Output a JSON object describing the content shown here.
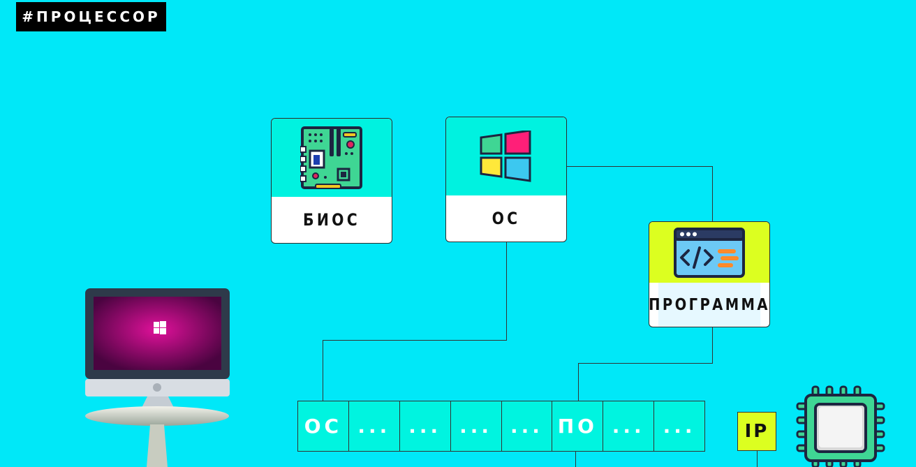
{
  "tag": "#ПРОЦЕССОР",
  "cards": {
    "bios": {
      "label": "БИОС",
      "icon": "motherboard-icon"
    },
    "os": {
      "label": "ОС",
      "icon": "windows-logo-icon"
    },
    "program": {
      "label": "ПРОГРАММА",
      "icon": "code-window-icon"
    }
  },
  "memory_cells": [
    "ОС",
    "...",
    "...",
    "...",
    "...",
    "ПО",
    "...",
    "..."
  ],
  "ip_label": "IP",
  "illustrations": [
    "desktop-computer-icon",
    "processor-chip-icon"
  ],
  "colors": {
    "background": "#00e8f8",
    "card_top_cyan": "#00f2e0",
    "program_top": "#dcff20",
    "ip_box": "#dcff20",
    "cell": "#00f4e0"
  }
}
